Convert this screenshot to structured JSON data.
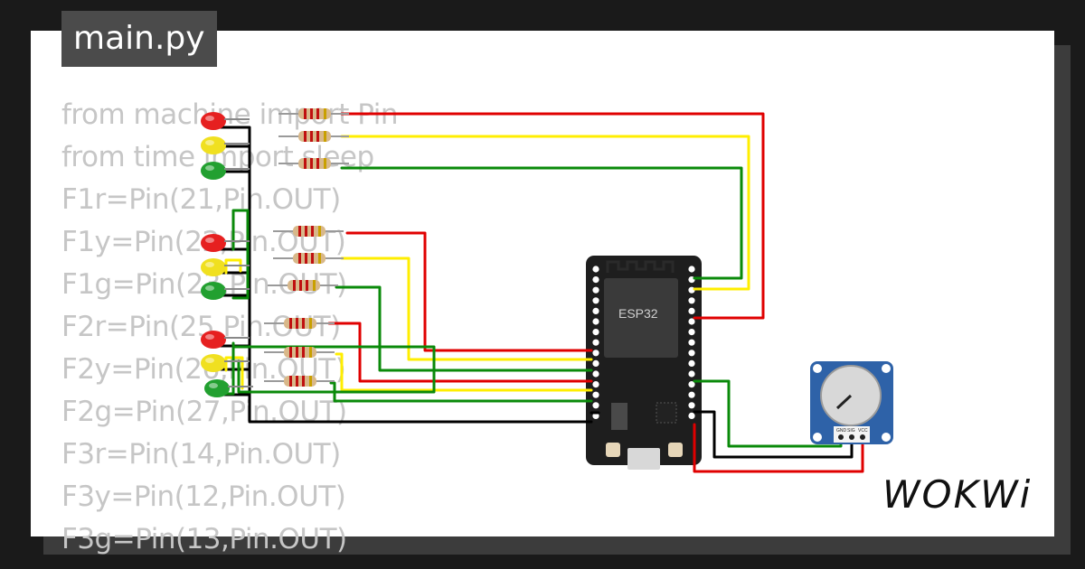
{
  "tab": {
    "filename": "main.py"
  },
  "code": {
    "lines": [
      "from machine import Pin",
      "from time import sleep",
      "F1r=Pin(21,Pin.OUT)",
      "F1y=Pin(22,Pin.OUT)",
      "F1g=Pin(23,Pin.OUT)",
      "F2r=Pin(25,Pin.OUT)",
      "F2y=Pin(26,Pin.OUT)",
      "F2g=Pin(27,Pin.OUT)",
      "F3r=Pin(14,Pin.OUT)",
      "F3y=Pin(12,Pin.OUT)",
      "F3g=Pin(13,Pin.OUT)"
    ]
  },
  "board": {
    "label": "ESP32"
  },
  "potentiometer": {
    "pin_labels": [
      "GND",
      "SIG",
      "VCC"
    ]
  },
  "logo": {
    "text": "WOKWi"
  },
  "colors": {
    "led_red": "#e62020",
    "led_yellow": "#f0e020",
    "led_green": "#22a030",
    "wire_red": "#e00000",
    "wire_yellow": "#ffee00",
    "wire_green": "#0a8a0a",
    "wire_black": "#000000",
    "board": "#1e1e1e",
    "pot_body": "#2e62a8"
  }
}
